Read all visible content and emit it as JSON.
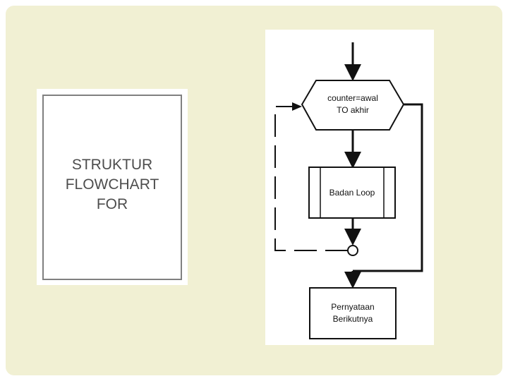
{
  "title": {
    "lines": [
      "STRUKTUR",
      "FLOWCHART",
      "FOR"
    ]
  },
  "flowchart": {
    "loop_condition": {
      "line1": "counter=awal",
      "line2": "TO akhir"
    },
    "loop_body": "Badan Loop",
    "next_statement": {
      "line1": "Pernyataan",
      "line2": "Berikutnya"
    }
  },
  "colors": {
    "background": "#f1f0d3",
    "title_text": "#4d4d4d",
    "diagram_line": "#111111"
  }
}
